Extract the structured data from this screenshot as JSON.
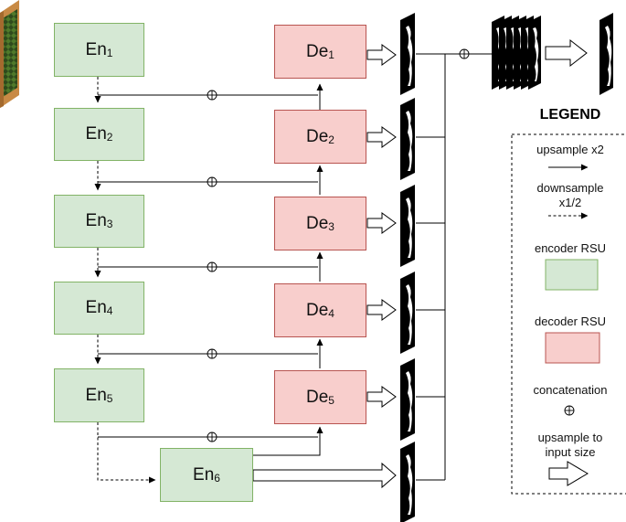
{
  "colors": {
    "encoder_fill": "#d5e8d4",
    "encoder_border": "#82b366",
    "decoder_fill": "#f8cecc",
    "decoder_border": "#b85450",
    "line": "#000000"
  },
  "encoders": [
    {
      "name": "En",
      "index": "1"
    },
    {
      "name": "En",
      "index": "2"
    },
    {
      "name": "En",
      "index": "3"
    },
    {
      "name": "En",
      "index": "4"
    },
    {
      "name": "En",
      "index": "5"
    },
    {
      "name": "En",
      "index": "6"
    }
  ],
  "decoders": [
    {
      "name": "De",
      "index": "1"
    },
    {
      "name": "De",
      "index": "2"
    },
    {
      "name": "De",
      "index": "3"
    },
    {
      "name": "De",
      "index": "4"
    },
    {
      "name": "De",
      "index": "5"
    }
  ],
  "concat_symbol": "⊕",
  "legend": {
    "title": "LEGEND",
    "upsample": "upsample x2",
    "downsample_line1": "downsample",
    "downsample_line2": "x1/2",
    "encoder": "encoder RSU",
    "decoder": "decoder RSU",
    "concatenation": "concatenation",
    "upsample_input_line1": "upsample to",
    "upsample_input_line2": "input size"
  },
  "icons": [
    "input-image",
    "side-output-mask",
    "fused-mask-stack",
    "final-output-mask",
    "hollow-arrow-icon",
    "concat-circle-plus-icon"
  ]
}
